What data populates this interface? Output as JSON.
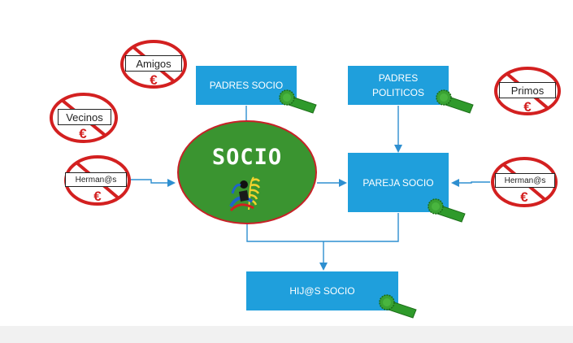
{
  "nodes": {
    "socio": "SOCIO",
    "padres_socio": "PADRES SOCIO",
    "padres_politicos": "PADRES POLITICOS",
    "pareja_socio": "PAREJA SOCIO",
    "hijos_socio": "HIJ@S SOCIO"
  },
  "excluded": {
    "amigos": {
      "label": "Amigos",
      "symbol": "€"
    },
    "vecinos": {
      "label": "Vecinos",
      "symbol": "€"
    },
    "hermanos_left": {
      "label": "Herman@s",
      "symbol": "€"
    },
    "primos": {
      "label": "Primos",
      "symbol": "€"
    },
    "hermanos_right": {
      "label": "Herman@s",
      "symbol": "€"
    }
  },
  "colors": {
    "box_blue": "#1f9fdc",
    "arrow_blue": "#2e8fd0",
    "socio_green": "#3a9430",
    "ribbon_green": "#2f9a2b",
    "forbidden_red": "#d32020"
  },
  "icons": {
    "ribbon": "award-ribbon-icon",
    "forbidden": "prohibited-icon",
    "emblem": "club-logo-icon"
  }
}
